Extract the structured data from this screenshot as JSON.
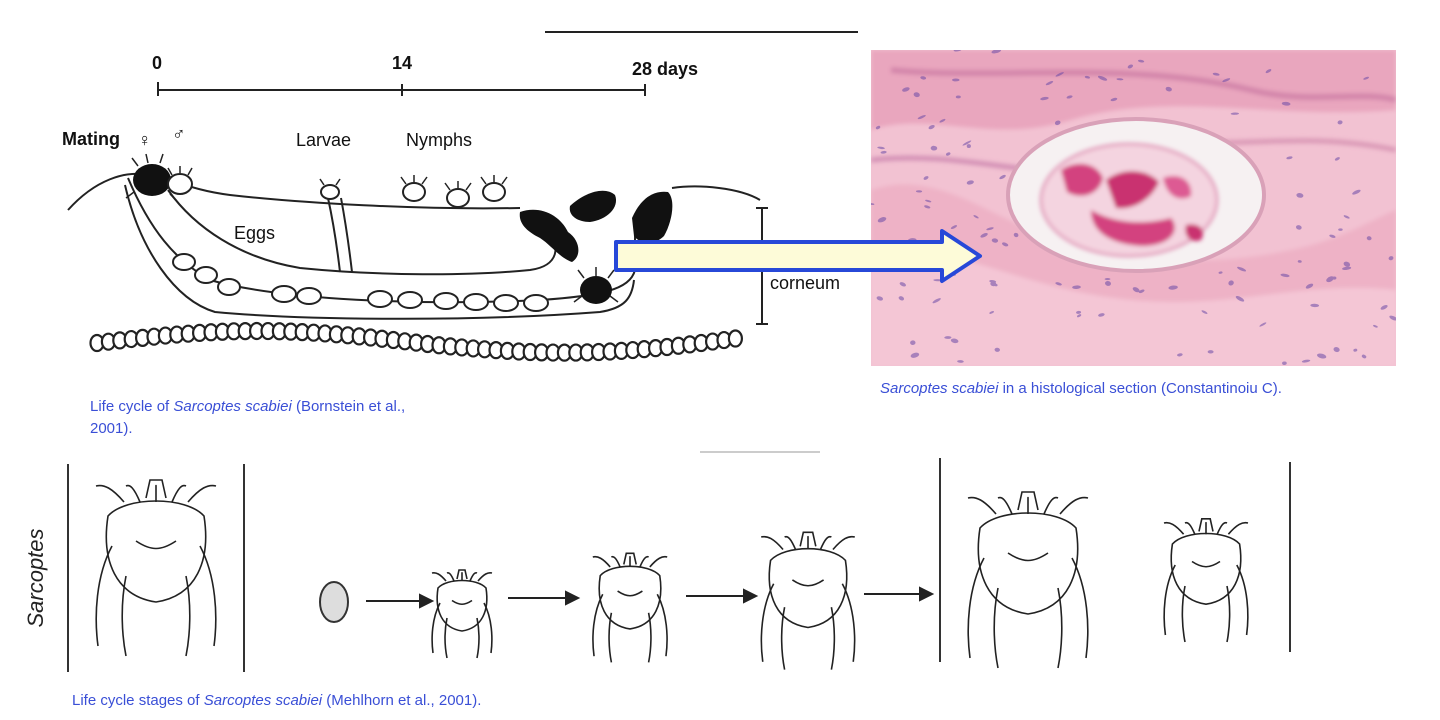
{
  "lifecycle_diagram": {
    "timeline_ticks": [
      "0",
      "14",
      "28 days"
    ],
    "labels": {
      "mating": "Mating",
      "female_symbol": "♀",
      "male_symbol": "♂",
      "larvae": "Larvae",
      "nymphs": "Nymphs",
      "eggs": "Eggs",
      "corneum": "corneum"
    },
    "caption": {
      "prefix": "Life cycle of ",
      "species": "Sarcoptes scabiei",
      "suffix_line1": " (Bornstein et al.,",
      "suffix_line2": "2001)."
    }
  },
  "histology": {
    "caption": {
      "species": "Sarcoptes scabiei",
      "suffix": " in a histological section (Constantinoiu C)."
    }
  },
  "stages_strip": {
    "side_label": "Sarcoptes",
    "caption": {
      "prefix": "Life cycle stages of ",
      "species": "Sarcoptes scabiei",
      "suffix": " (Mehlhorn et al., 2001)."
    }
  },
  "colors": {
    "caption_text": "#3a4fd6",
    "arrow_fill": "#fdfbd8",
    "arrow_stroke": "#2748d8",
    "tissue_pink": "#efb7c9",
    "stain_magenta": "#d3427f"
  }
}
